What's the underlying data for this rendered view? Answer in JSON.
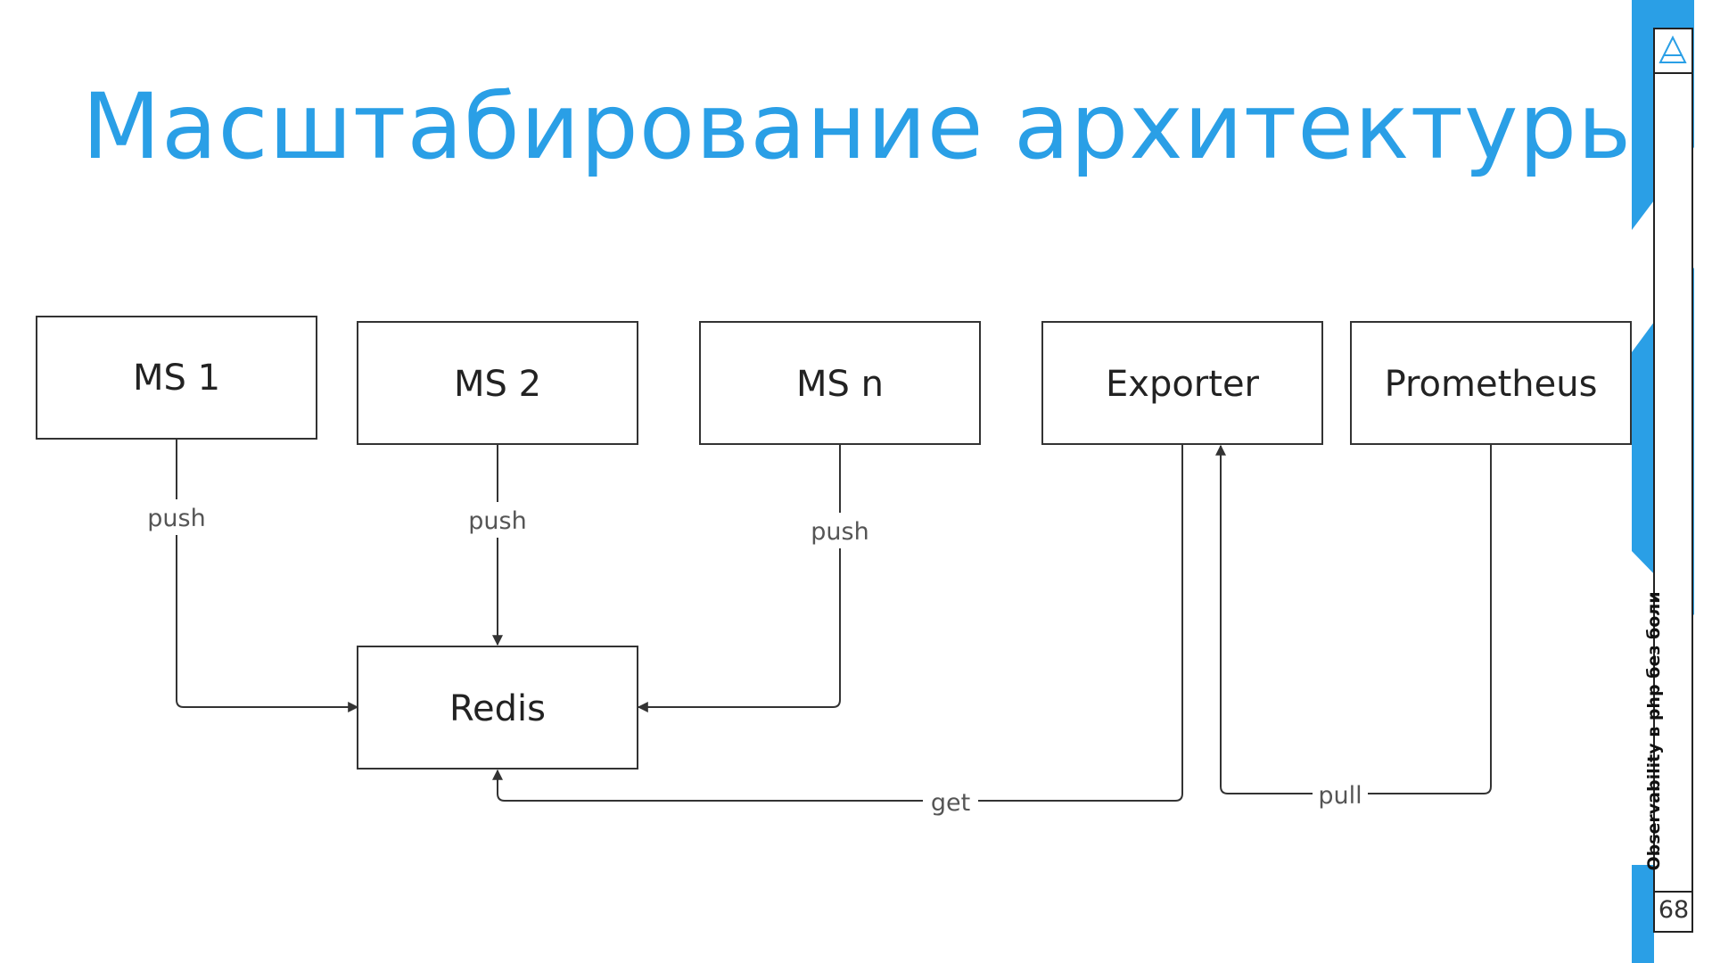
{
  "slide": {
    "title": "Масштабирование архитектуры",
    "side_caption": "Observability в php без боли",
    "page_number": "68"
  },
  "theme": {
    "accent": "#2a9fe6",
    "stroke": "#333333"
  },
  "diagram": {
    "nodes": [
      {
        "id": "ms1",
        "label": "MS 1"
      },
      {
        "id": "ms2",
        "label": "MS 2"
      },
      {
        "id": "msn",
        "label": "MS n"
      },
      {
        "id": "exporter",
        "label": "Exporter"
      },
      {
        "id": "prometheus",
        "label": "Prometheus"
      },
      {
        "id": "redis",
        "label": "Redis"
      }
    ],
    "edges": [
      {
        "from": "ms1",
        "to": "redis",
        "label": "push"
      },
      {
        "from": "ms2",
        "to": "redis",
        "label": "push"
      },
      {
        "from": "msn",
        "to": "redis",
        "label": "push"
      },
      {
        "from": "exporter",
        "to": "redis",
        "label": "get"
      },
      {
        "from": "prometheus",
        "to": "exporter",
        "label": "pull"
      }
    ]
  }
}
